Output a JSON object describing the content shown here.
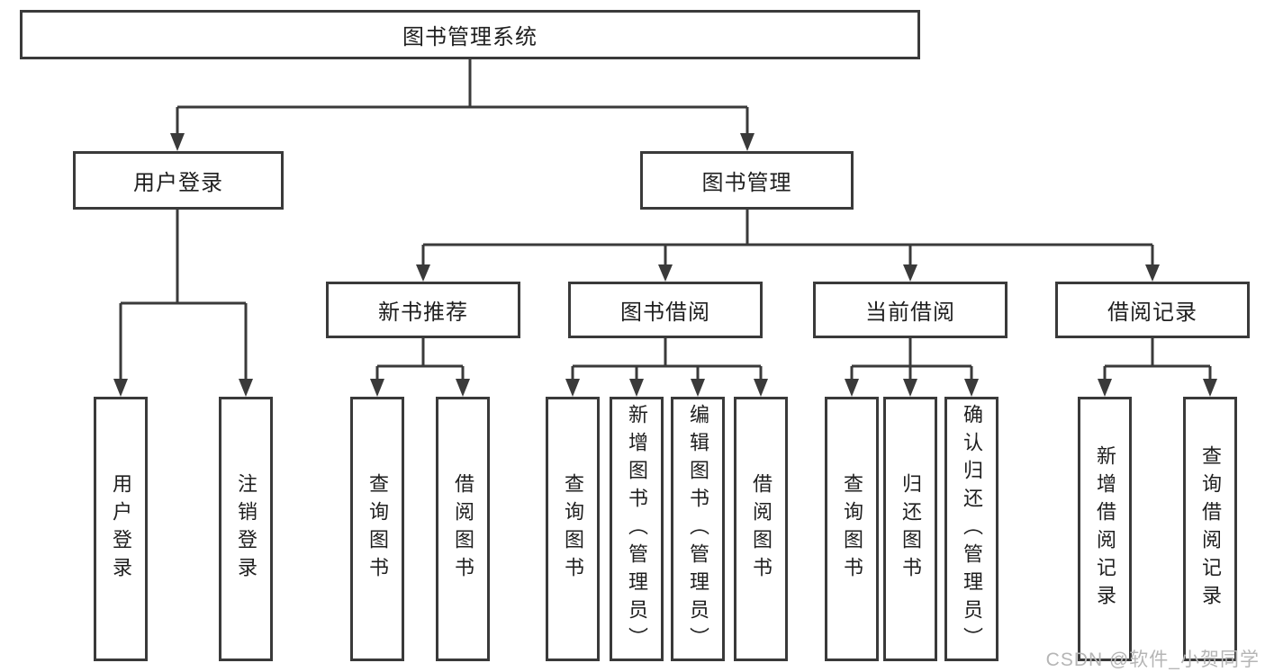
{
  "diagram": {
    "title": "图书管理系统",
    "branches": [
      {
        "label": "用户登录",
        "leaves": [
          "用户登录",
          "注销登录"
        ]
      },
      {
        "label": "图书管理",
        "sections": [
          {
            "label": "新书推荐",
            "leaves": [
              "查询图书",
              "借阅图书"
            ]
          },
          {
            "label": "图书借阅",
            "leaves": [
              "查询图书",
              "新增图书（管理员）",
              "编辑图书（管理员）",
              "借阅图书"
            ]
          },
          {
            "label": "当前借阅",
            "leaves": [
              "查询图书",
              "归还图书",
              "确认归还（管理员）"
            ]
          },
          {
            "label": "借阅记录",
            "leaves": [
              "新增借阅记录",
              "查询借阅记录"
            ]
          }
        ]
      }
    ]
  },
  "watermark": "CSDN @软件_小贺同学",
  "colors": {
    "line": "#3a3a3a",
    "text": "#1f1f1f",
    "watermark": "#b5b5b5",
    "background": "#ffffff"
  }
}
